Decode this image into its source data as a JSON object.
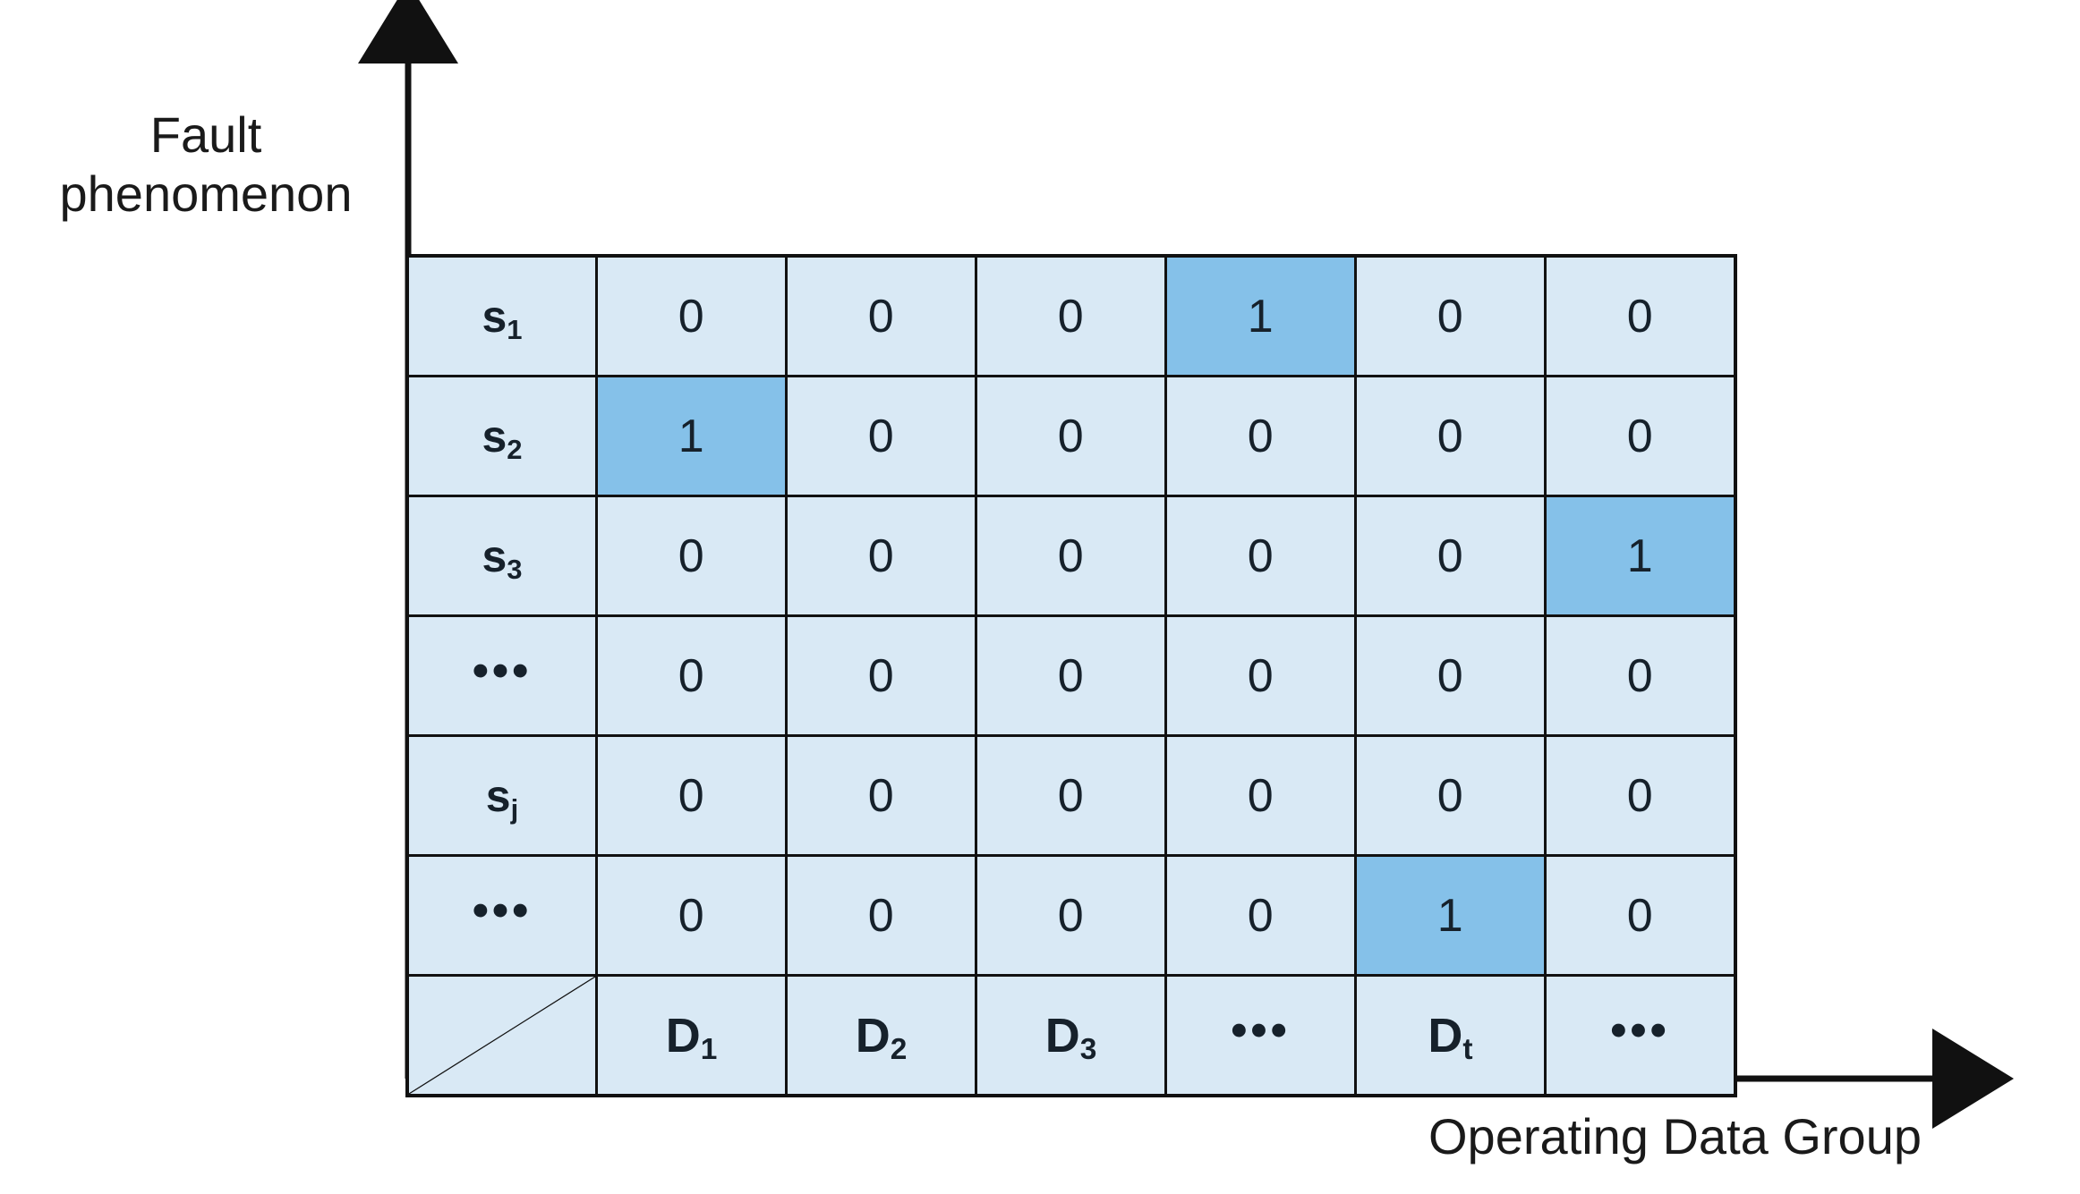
{
  "figure": {
    "y_axis_label": "Fault\nphenomenon",
    "x_axis_label": "Operating Data Group",
    "cell_bg": "#d9e9f5",
    "cell_highlight": "#85c1e9",
    "line_color": "#111111",
    "text_color": "#16212b"
  },
  "chart_data": {
    "type": "heatmap",
    "title": "",
    "xlabel": "Operating Data Group",
    "ylabel": "Fault phenomenon",
    "grid": true,
    "legend": "none",
    "column_headers": [
      "D1",
      "D2",
      "D3",
      "...",
      "Dt",
      "..."
    ],
    "column_headers_display": [
      {
        "base": "D",
        "sub": "1"
      },
      {
        "base": "D",
        "sub": "2"
      },
      {
        "base": "D",
        "sub": "3"
      },
      {
        "base": "…",
        "sub": ""
      },
      {
        "base": "D",
        "sub": "t"
      },
      {
        "base": "…",
        "sub": ""
      }
    ],
    "row_headers": [
      "s1",
      "s2",
      "s3",
      "...",
      "sj",
      "..."
    ],
    "row_headers_display": [
      {
        "base": "s",
        "sub": "1"
      },
      {
        "base": "s",
        "sub": "2"
      },
      {
        "base": "s",
        "sub": "3"
      },
      {
        "base": "…",
        "sub": ""
      },
      {
        "base": "s",
        "sub": "j"
      },
      {
        "base": "…",
        "sub": ""
      }
    ],
    "values": [
      [
        0,
        0,
        0,
        1,
        0,
        0
      ],
      [
        1,
        0,
        0,
        0,
        0,
        0
      ],
      [
        0,
        0,
        0,
        0,
        0,
        1
      ],
      [
        0,
        0,
        0,
        0,
        0,
        0
      ],
      [
        0,
        0,
        0,
        0,
        0,
        0
      ],
      [
        0,
        0,
        0,
        0,
        1,
        0
      ]
    ],
    "highlighted_cells": [
      {
        "row": 0,
        "col": 3
      },
      {
        "row": 1,
        "col": 0
      },
      {
        "row": 2,
        "col": 5
      },
      {
        "row": 5,
        "col": 4
      }
    ],
    "corner_cell": "diagonal-slash"
  },
  "icons": {
    "y_axis_arrow": "arrow-up-icon",
    "x_axis_arrow": "arrow-right-icon",
    "corner_slash": "diagonal-slash-icon"
  }
}
